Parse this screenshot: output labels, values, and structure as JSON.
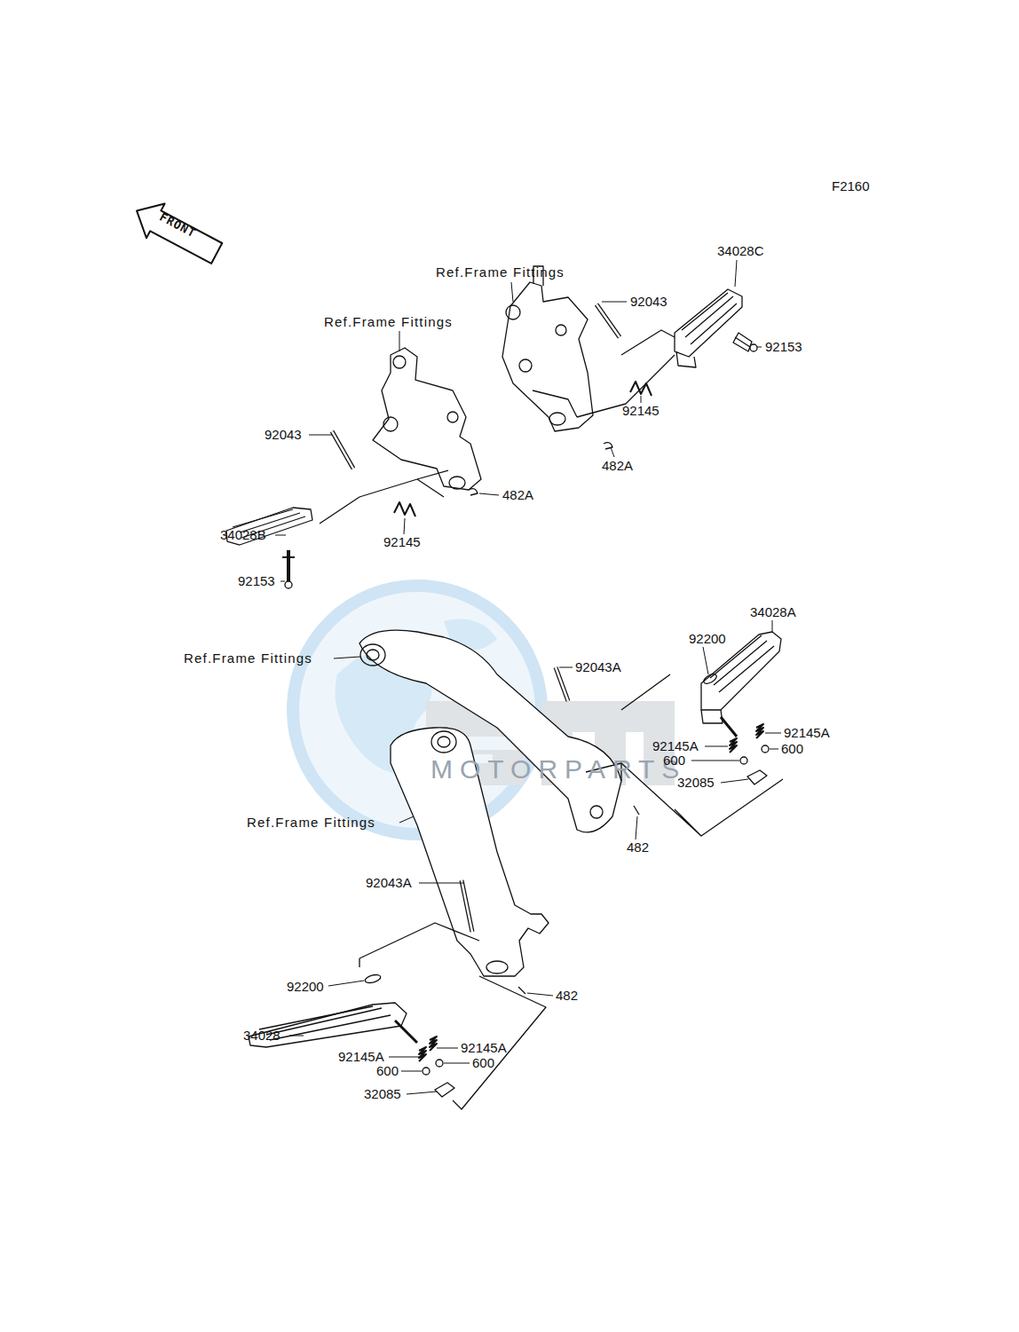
{
  "diagram": {
    "labels": [
      "F2160",
      "FRONT",
      "Ref.Frame Fittings",
      "34028C",
      "92043",
      "92153",
      "Ref.Frame Fittings",
      "92145",
      "482A",
      "92043",
      "482A",
      "34028B",
      "92145",
      "92153",
      "MOTORPARTS",
      "Ref.Frame Fittings",
      "92043A",
      "34028A",
      "92200",
      "92145A",
      "92145A",
      "600",
      "600",
      "32085",
      "482",
      "Ref.Frame Fittings",
      "92043A",
      "92200",
      "482",
      "34028",
      "92145A",
      "92145A",
      "600",
      "600",
      "32085"
    ]
  }
}
